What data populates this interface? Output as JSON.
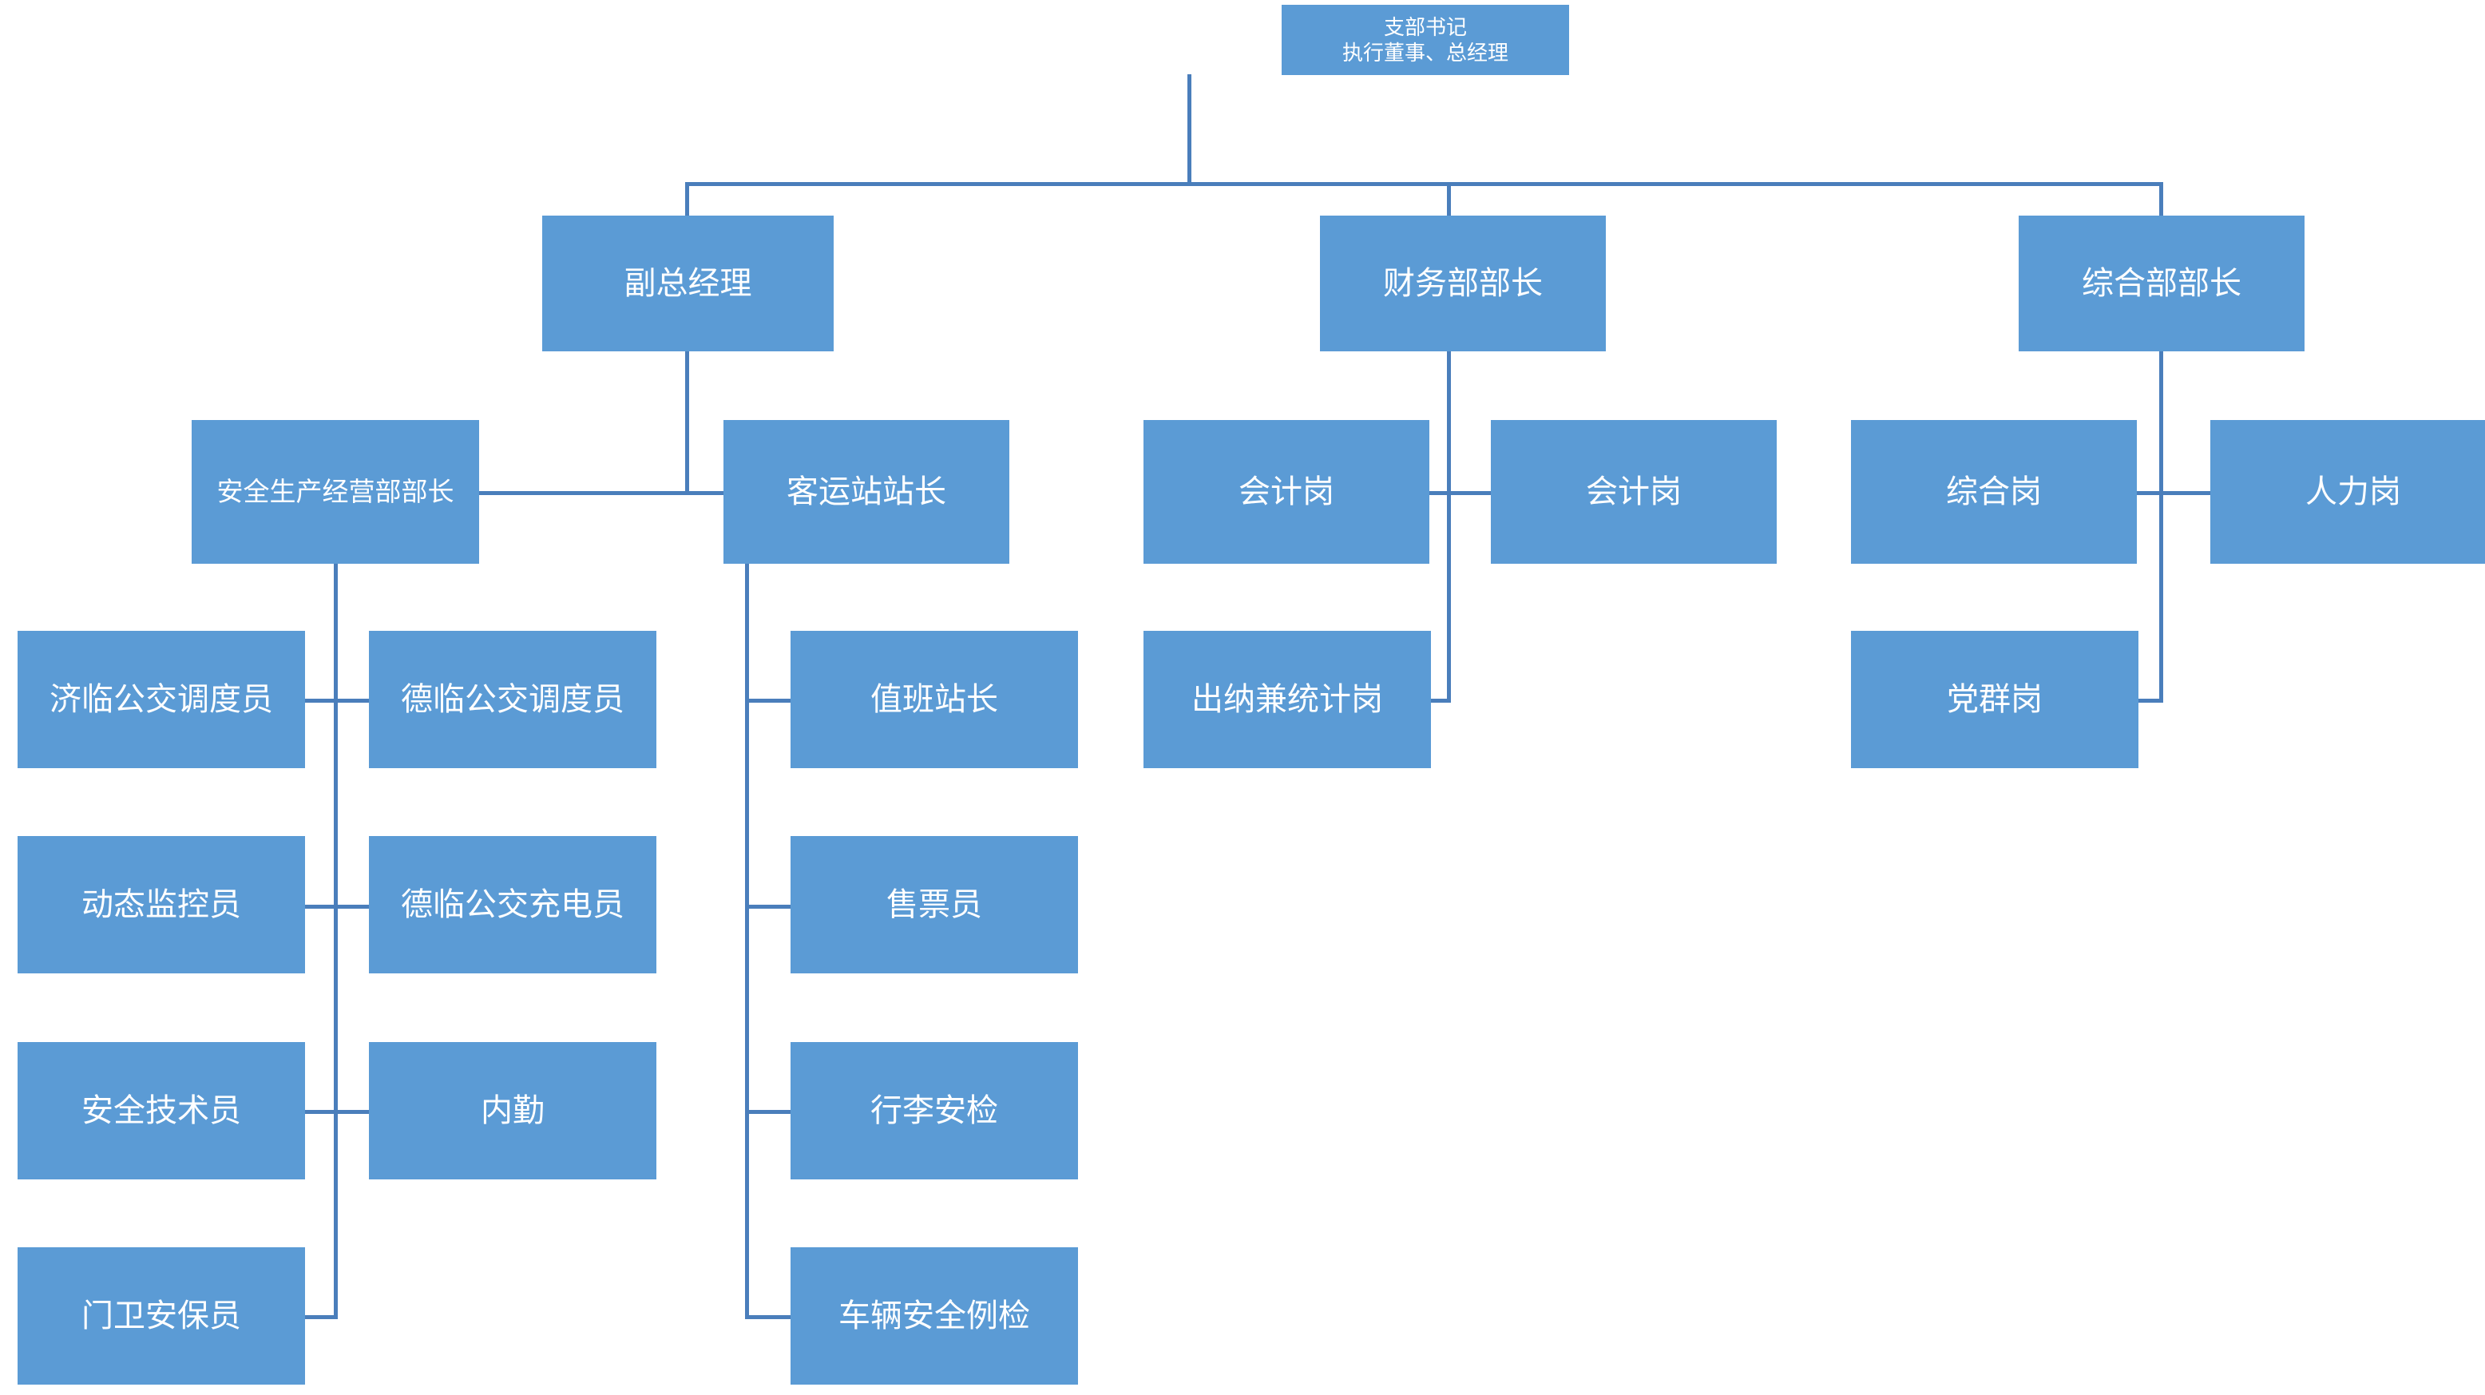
{
  "chart_title": "",
  "theme": {
    "node_fill": "#5B9BD5",
    "node_text": "#FFFFFF",
    "connector": "#4A7EBB",
    "background": "#FFFFFF"
  },
  "org_chart": {
    "type": "org-tree",
    "root": {
      "id": "root",
      "line1": "支部书记",
      "line2": "执行董事、总经理"
    },
    "level2": [
      {
        "id": "vp",
        "label": "副总经理"
      },
      {
        "id": "finance",
        "label": "财务部部长"
      },
      {
        "id": "general",
        "label": "综合部部长"
      }
    ],
    "level3": [
      {
        "id": "safety",
        "parent": "vp",
        "label": "安全生产经营部部长"
      },
      {
        "id": "station",
        "parent": "vp",
        "label": "客运站站长"
      },
      {
        "id": "acct1",
        "parent": "finance",
        "label": "会计岗"
      },
      {
        "id": "acct2",
        "parent": "finance",
        "label": "会计岗"
      },
      {
        "id": "compreh",
        "parent": "general",
        "label": "综合岗"
      },
      {
        "id": "hr",
        "parent": "general",
        "label": "人力岗"
      }
    ],
    "safety_children_left": [
      {
        "label": "济临公交调度员"
      },
      {
        "label": "动态监控员"
      },
      {
        "label": "安全技术员"
      },
      {
        "label": "门卫安保员"
      }
    ],
    "safety_children_right": [
      {
        "label": "德临公交调度员"
      },
      {
        "label": "德临公交充电员"
      },
      {
        "label": "内勤"
      }
    ],
    "station_children": [
      {
        "label": "值班站长"
      },
      {
        "label": "售票员"
      },
      {
        "label": "行李安检"
      },
      {
        "label": "车辆安全例检"
      }
    ],
    "finance_children": [
      {
        "label": "出纳兼统计岗"
      }
    ],
    "general_children": [
      {
        "label": "党群岗"
      }
    ]
  }
}
